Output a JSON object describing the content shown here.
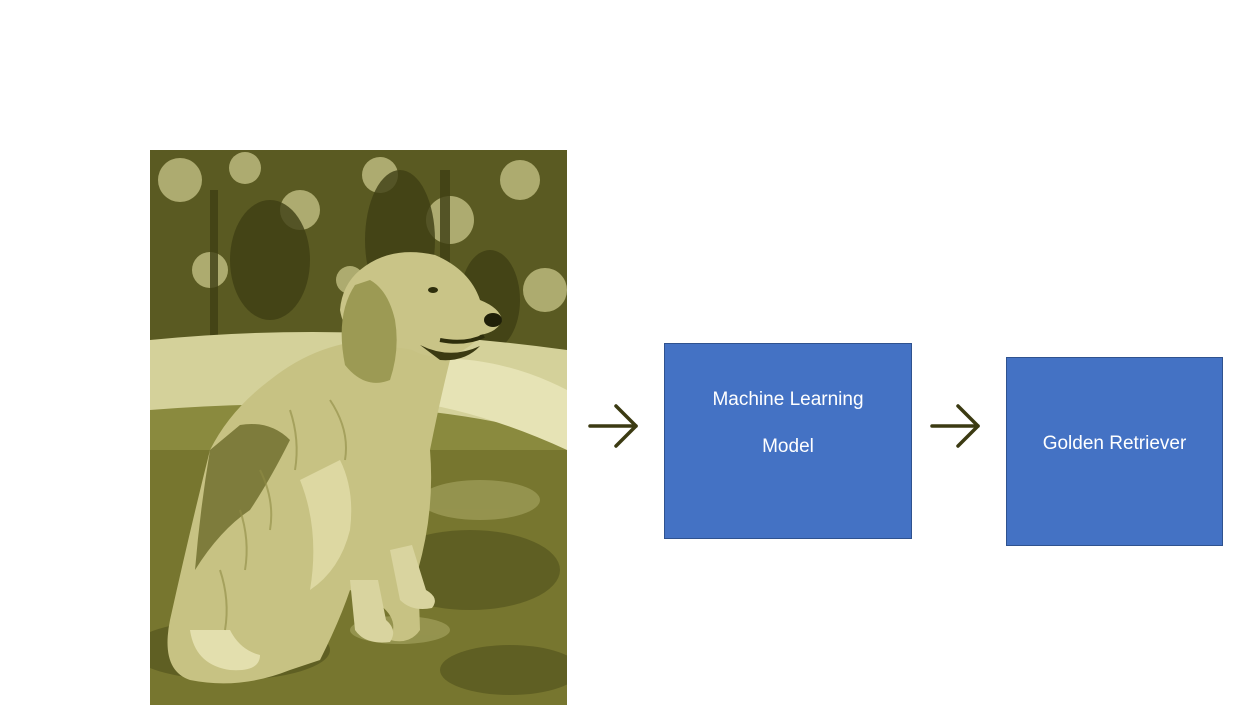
{
  "diagram": {
    "input_image": {
      "subject": "golden retriever dog photo",
      "tint": "#b8b46a"
    },
    "steps": [
      {
        "line1": "Machine Learning",
        "line2": "Model"
      },
      {
        "line1": "Golden Retriever"
      }
    ],
    "arrow_icon": "right-arrow-icon",
    "colors": {
      "box_fill": "#4472c4",
      "box_border": "#2f528f",
      "box_text": "#ffffff",
      "arrow": "#3b3a12"
    }
  }
}
